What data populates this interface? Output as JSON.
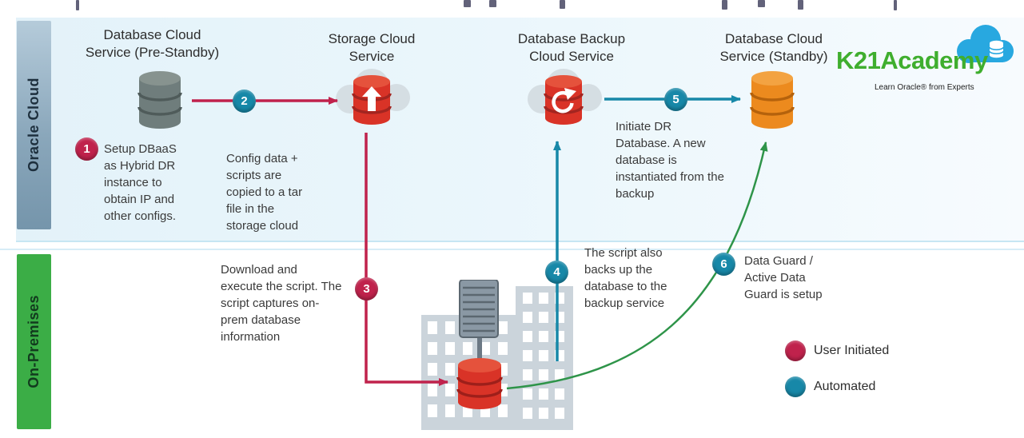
{
  "lanes": {
    "oracle": "Oracle Cloud",
    "onprem": "On-Premises"
  },
  "nodes": {
    "pre_standby": "Database Cloud Service (Pre-Standby)",
    "storage": "Storage Cloud Service",
    "backup": "Database Backup Cloud Service",
    "standby": "Database Cloud Service (Standby)"
  },
  "steps": [
    {
      "num": "1",
      "type": "user",
      "text": "Setup DBaaS as Hybrid DR instance to obtain IP and other configs."
    },
    {
      "num": "2",
      "type": "auto",
      "text": "Config data + scripts are copied to a tar file in the storage cloud"
    },
    {
      "num": "3",
      "type": "user",
      "text": "Download and execute the script. The script captures on-prem database information"
    },
    {
      "num": "4",
      "type": "auto",
      "text": "The script also backs up the database to the backup service"
    },
    {
      "num": "5",
      "type": "auto",
      "text": "Initiate DR Database. A new database is instantiated from the backup"
    },
    {
      "num": "6",
      "type": "auto",
      "text": "Data Guard / Active Data Guard is setup"
    }
  ],
  "flows": [
    {
      "step": "2",
      "from": "pre_standby",
      "to": "storage",
      "color": "crimson"
    },
    {
      "step": "3",
      "from": "storage",
      "to": "onprem_db",
      "color": "crimson"
    },
    {
      "step": "4",
      "from": "onprem_db",
      "to": "backup",
      "color": "teal"
    },
    {
      "step": "5",
      "from": "backup",
      "to": "standby",
      "color": "teal"
    },
    {
      "step": "6",
      "from": "onprem_db",
      "to": "standby",
      "color": "green"
    }
  ],
  "legend": {
    "user": "User Initiated",
    "auto": "Automated"
  },
  "logo": {
    "brand": "K21Academy",
    "tagline": "Learn Oracle® from Experts"
  },
  "colors": {
    "crimson": "#C0224C",
    "teal": "#1788A8",
    "green": "#2E9449",
    "lane_blue": "#E7F3FA",
    "onprem_bar": "#3BAD46",
    "oracle_bar": "#8AA7BB",
    "red_cylinder": "#D93327",
    "gray_cylinder": "#6F7D7C",
    "orange_cylinder": "#EC8A1E",
    "logo_green": "#3FAE2E",
    "logo_blue": "#28A8E0"
  }
}
